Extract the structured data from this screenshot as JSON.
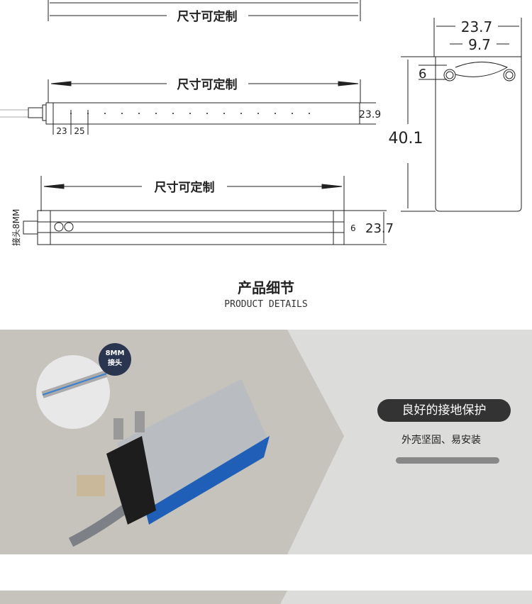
{
  "drawings": {
    "customizable_size_label": "尺寸可定制",
    "front_view_height": "23.9",
    "nozzle_spacing_first": "23",
    "nozzle_spacing": "25",
    "connector_label": "接头8MM",
    "top_view_height": "23.7",
    "top_view_slot": "6",
    "end_view_width": "23.7",
    "end_view_slot_spacing": "9.7",
    "end_view_slot": "6",
    "end_view_height": "40.1"
  },
  "section": {
    "title": "产品细节",
    "subtitle": "PRODUCT DETAILS"
  },
  "feature": {
    "badge_line1": "8MM",
    "badge_line2": "接头",
    "title": "良好的接地保护",
    "description": "外壳坚固、易安装"
  }
}
